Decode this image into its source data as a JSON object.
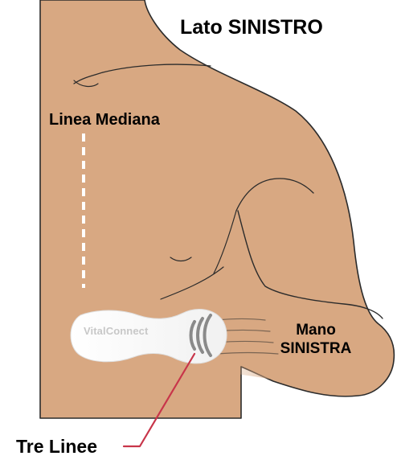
{
  "labels": {
    "side": "Lato SINISTRO",
    "midline": "Linea Mediana",
    "hand_line1": "Mano",
    "hand_line2": "SINISTRA",
    "pointer": "Tre Linee"
  },
  "device": {
    "brand": "VitalConnect"
  },
  "colors": {
    "skin": "#d8a882",
    "outline": "#2b2b2b",
    "pointer_line": "#c8354a",
    "midline_dash": "#ffffff",
    "patch_fill": "#ffffff",
    "patch_lines": "#8a8a8a"
  }
}
